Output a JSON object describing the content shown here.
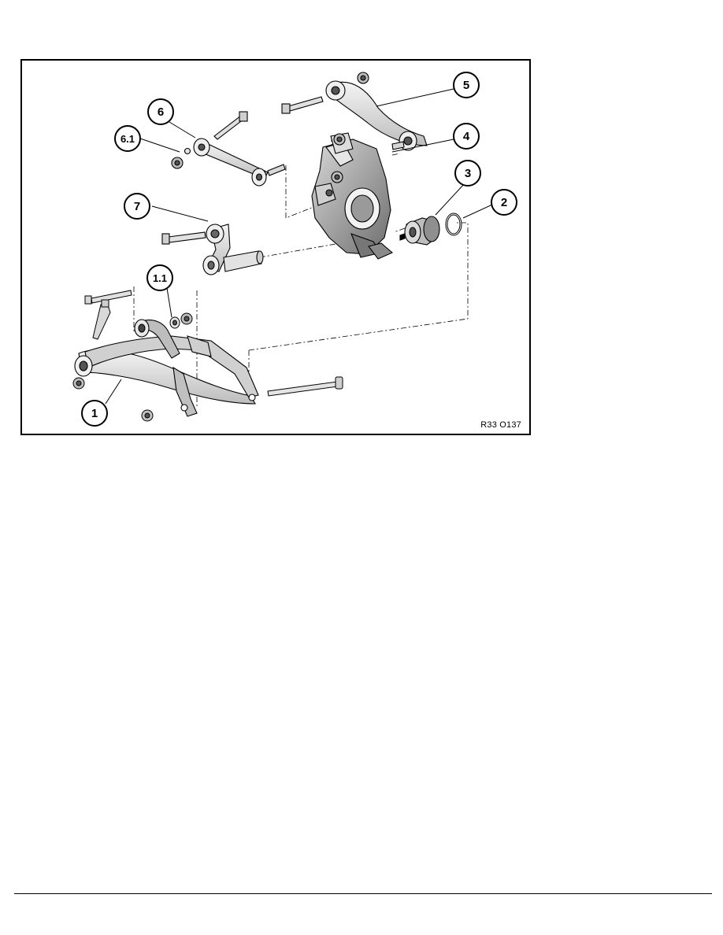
{
  "figure": {
    "code": "R33 O137",
    "callouts": {
      "c1": "1",
      "c1_1": "1.1",
      "c2": "2",
      "c3": "3",
      "c4": "4",
      "c5": "5",
      "c6": "6",
      "c6_1": "6.1",
      "c7": "7"
    }
  },
  "colors": {
    "line": "#000000",
    "part_light": "#e6e6e6",
    "part_mid": "#c8c8c8",
    "part_dark": "#8c8c8c"
  }
}
